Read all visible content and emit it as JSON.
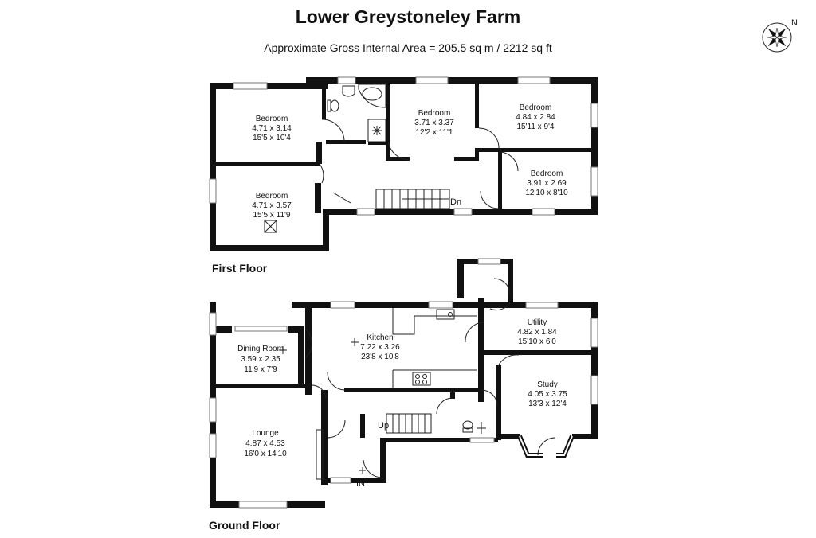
{
  "title": "Lower Greystoneley Farm",
  "subtitle": "Approximate Gross Internal Area = 205.5 sq m / 2212 sq ft",
  "compass_label": "N",
  "floors": {
    "first": {
      "label": "First Floor",
      "rooms": [
        {
          "name": "Bedroom",
          "metric": "4.71 x 3.14",
          "imperial": "15'5 x 10'4"
        },
        {
          "name": "Bedroom",
          "metric": "4.71 x 3.57",
          "imperial": "15'5 x 11'9"
        },
        {
          "name": "Bedroom",
          "metric": "3.71 x 3.37",
          "imperial": "12'2 x 11'1"
        },
        {
          "name": "Bedroom",
          "metric": "4.84 x 2.84",
          "imperial": "15'11 x 9'4"
        },
        {
          "name": "Bedroom",
          "metric": "3.91 x 2.69",
          "imperial": "12'10 x 8'10"
        }
      ],
      "stairs_label": "Dn"
    },
    "ground": {
      "label": "Ground Floor",
      "rooms": [
        {
          "name": "Dining Room",
          "metric": "3.59 x 2.35",
          "imperial": "11'9 x 7'9"
        },
        {
          "name": "Kitchen",
          "metric": "7.22 x 3.26",
          "imperial": "23'8 x 10'8"
        },
        {
          "name": "Utility",
          "metric": "4.82 x 1.84",
          "imperial": "15'10 x 6'0"
        },
        {
          "name": "Study",
          "metric": "4.05 x 3.75",
          "imperial": "13'3 x 12'4"
        },
        {
          "name": "Lounge",
          "metric": "4.87 x 4.53",
          "imperial": "16'0 x 14'10"
        }
      ],
      "stairs_label": "Up",
      "entrance_label": "IN"
    }
  }
}
